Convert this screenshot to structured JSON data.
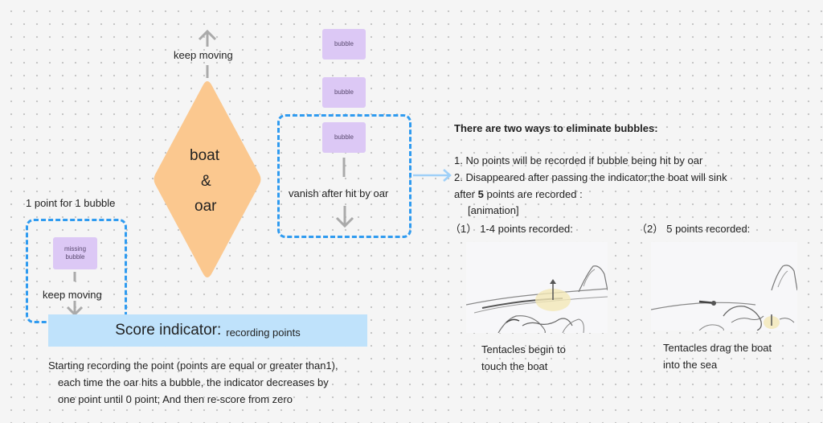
{
  "top_label": "keep moving",
  "diamond": {
    "line1": "boat",
    "line2": "&",
    "line3": "oar"
  },
  "bubbles": {
    "b1": "bubble",
    "b2": "bubble",
    "b3": "bubble",
    "missing": "missing bubble"
  },
  "vanish_label": "vanish after hit by oar",
  "left_box": {
    "title": "1 point for 1 bubble",
    "keep_moving": "keep moving"
  },
  "score_bar": {
    "title": "Score indicator:",
    "subtitle": "recording points"
  },
  "description": [
    "Starting recording the point (points are equal or greater than1),",
    "each time the oar hits a bubble, the indicator decreases by",
    "one point until 0 point; And then re-score from zero"
  ],
  "right": {
    "heading": "There are two ways to eliminate bubbles:",
    "line1": "1. No points will be recorded if bubble being hit by oar",
    "line2": "2. Disappeared after passing the indicator;the boat will sink",
    "line3_pre": "after ",
    "line3_bold": "5",
    "line3_post": " points are recorded :",
    "animation": "[animation]",
    "case1_num": "（1）",
    "case1_label": "1-4 points recorded:",
    "case2_num": "（2）",
    "case2_label": "5 points recorded:",
    "caption1_a": "Tentacles begin to",
    "caption1_b": "touch the boat",
    "caption2_a": "Tentacles drag the boat",
    "caption2_b": "into the sea"
  },
  "colors": {
    "diamond": "#fbc88f",
    "bubble": "#dcc8f5",
    "dashed": "#2f9bf0",
    "score_bar": "#bfe2fb",
    "arrow": "#aaaaaa",
    "connector": "#9fd0f8"
  }
}
